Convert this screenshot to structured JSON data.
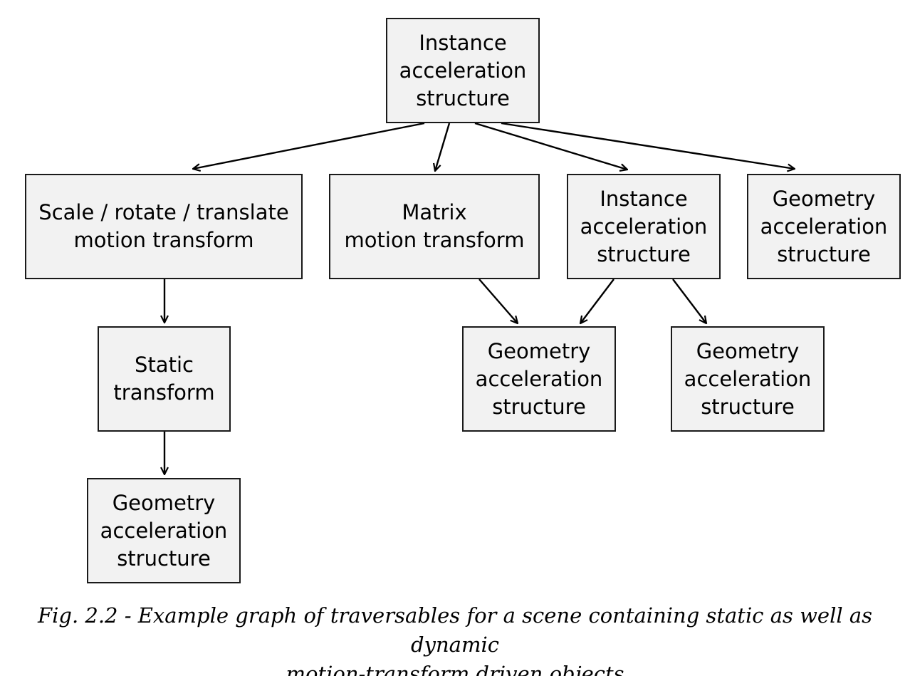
{
  "diagram": {
    "nodes": [
      {
        "id": "root-ias",
        "label": "Instance\nacceleration\nstructure"
      },
      {
        "id": "srt-motion",
        "label": "Scale / rotate / translate\nmotion transform"
      },
      {
        "id": "matrix-motion",
        "label": "Matrix\nmotion transform"
      },
      {
        "id": "child-ias",
        "label": "Instance\nacceleration\nstructure"
      },
      {
        "id": "gas-top-right",
        "label": "Geometry\nacceleration\nstructure"
      },
      {
        "id": "static-transform",
        "label": "Static\ntransform"
      },
      {
        "id": "gas-shared",
        "label": "Geometry\nacceleration\nstructure"
      },
      {
        "id": "gas-right",
        "label": "Geometry\nacceleration\nstructure"
      },
      {
        "id": "gas-bottom-left",
        "label": "Geometry\nacceleration\nstructure"
      }
    ],
    "edges": [
      {
        "from": "root-ias",
        "to": "srt-motion"
      },
      {
        "from": "root-ias",
        "to": "matrix-motion"
      },
      {
        "from": "root-ias",
        "to": "child-ias"
      },
      {
        "from": "root-ias",
        "to": "gas-top-right"
      },
      {
        "from": "srt-motion",
        "to": "static-transform"
      },
      {
        "from": "static-transform",
        "to": "gas-bottom-left"
      },
      {
        "from": "matrix-motion",
        "to": "gas-shared"
      },
      {
        "from": "child-ias",
        "to": "gas-shared"
      },
      {
        "from": "child-ias",
        "to": "gas-right"
      }
    ]
  },
  "caption": {
    "line1": "Fig. 2.2 - Example graph of traversables for a scene containing static as well as dynamic",
    "line2": "motion-transform driven objects"
  }
}
